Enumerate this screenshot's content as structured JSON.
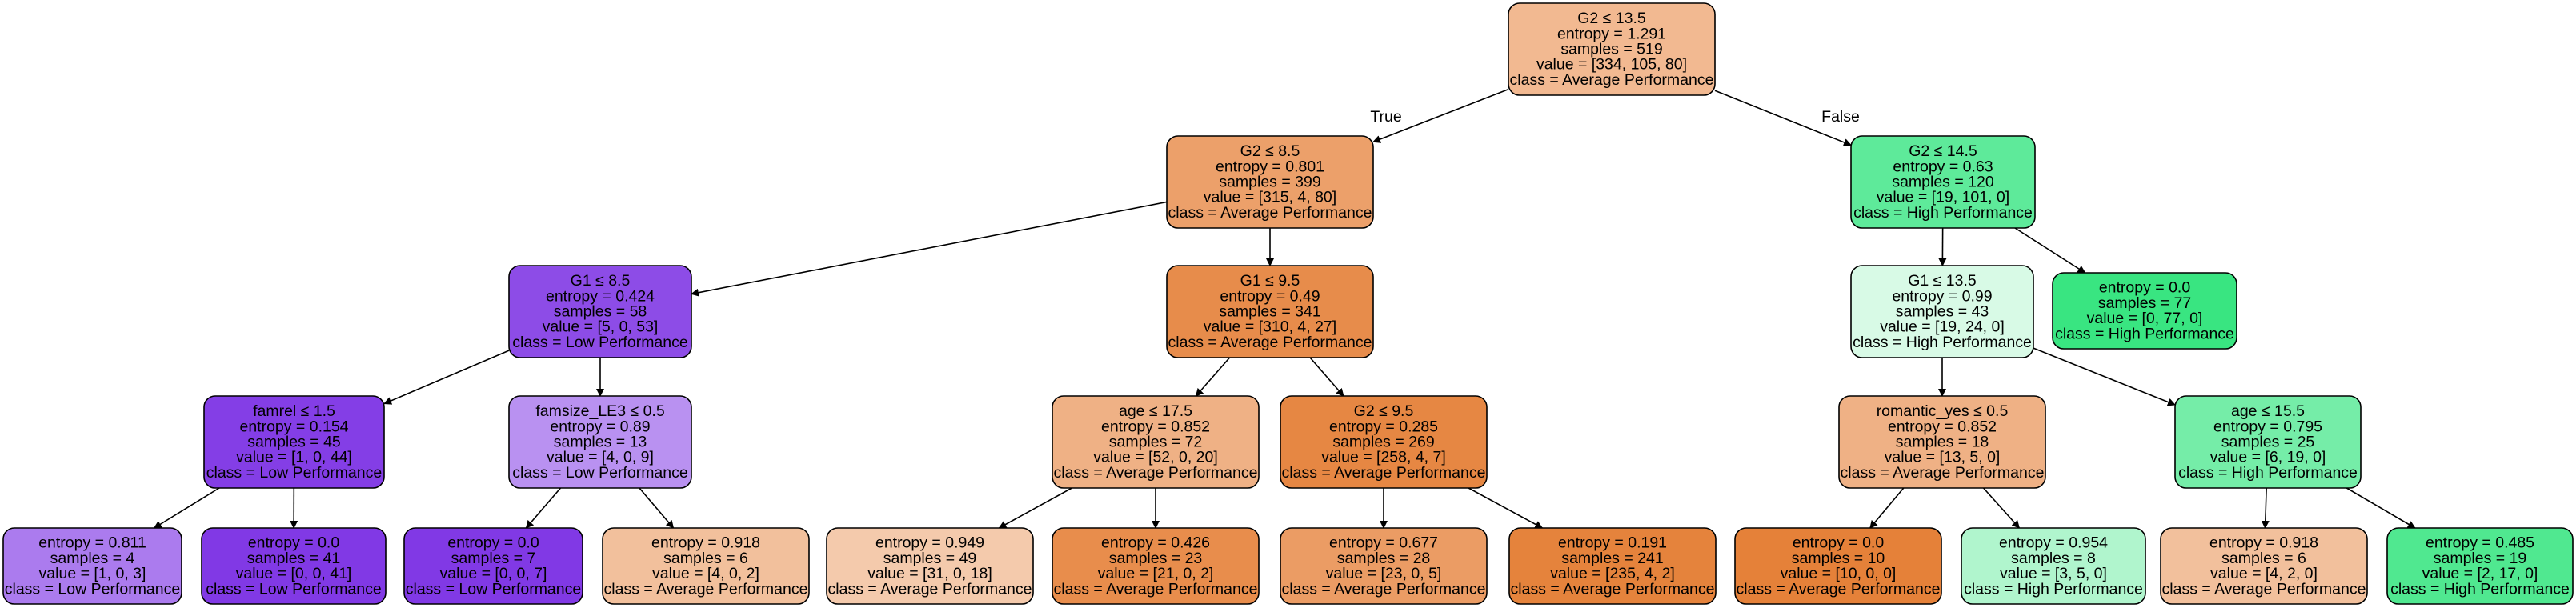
{
  "nodes": [
    {
      "id": "n0",
      "lines": [
        "G2 ≤ 13.5",
        "entropy = 1.291",
        "samples = 519",
        "value = [334, 105, 80]",
        "class = Average Performance"
      ],
      "fill": "#f2b991"
    },
    {
      "id": "n1",
      "lines": [
        "G2 ≤ 8.5",
        "entropy = 0.801",
        "samples = 399",
        "value = [315, 4, 80]",
        "class = Average Performance"
      ],
      "fill": "#eca06a"
    },
    {
      "id": "n2",
      "lines": [
        "G2 ≤ 14.5",
        "entropy = 0.63",
        "samples = 120",
        "value = [19, 101, 0]",
        "class = High Performance"
      ],
      "fill": "#5eea9a"
    },
    {
      "id": "n3",
      "lines": [
        "G1 ≤ 8.5",
        "entropy = 0.424",
        "samples = 58",
        "value = [5, 0, 53]",
        "class = Low Performance"
      ],
      "fill": "#8d4ce7"
    },
    {
      "id": "n4",
      "lines": [
        "G1 ≤ 9.5",
        "entropy = 0.49",
        "samples = 341",
        "value = [310, 4, 27]",
        "class = Average Performance"
      ],
      "fill": "#e78c4b"
    },
    {
      "id": "n5",
      "lines": [
        "G1 ≤ 13.5",
        "entropy = 0.99",
        "samples = 43",
        "value = [19, 24, 0]",
        "class = High Performance"
      ],
      "fill": "#d8fae6"
    },
    {
      "id": "n6",
      "lines": [
        "entropy = 0.0",
        "samples = 77",
        "value = [0, 77, 0]",
        "class = High Performance"
      ],
      "fill": "#39e581"
    },
    {
      "id": "n7",
      "lines": [
        "famrel ≤ 1.5",
        "entropy = 0.154",
        "samples = 45",
        "value = [1, 0, 44]",
        "class = Low Performance"
      ],
      "fill": "#843ee6"
    },
    {
      "id": "n8",
      "lines": [
        "famsize_LE3 ≤ 0.5",
        "entropy = 0.89",
        "samples = 13",
        "value = [4, 0, 9]",
        "class = Low Performance"
      ],
      "fill": "#b991f1"
    },
    {
      "id": "n9",
      "lines": [
        "age ≤ 17.5",
        "entropy = 0.852",
        "samples = 72",
        "value = [52, 0, 20]",
        "class = Average Performance"
      ],
      "fill": "#efb185"
    },
    {
      "id": "n10",
      "lines": [
        "G2 ≤ 9.5",
        "entropy = 0.285",
        "samples = 269",
        "value = [258, 4, 7]",
        "class = Average Performance"
      ],
      "fill": "#e68743"
    },
    {
      "id": "n11",
      "lines": [
        "romantic_yes ≤ 0.5",
        "entropy = 0.852",
        "samples = 18",
        "value = [13, 5, 0]",
        "class = Average Performance"
      ],
      "fill": "#efb185"
    },
    {
      "id": "n12",
      "lines": [
        "age ≤ 15.5",
        "entropy = 0.795",
        "samples = 25",
        "value = [6, 19, 0]",
        "class = High Performance"
      ],
      "fill": "#75eda8"
    },
    {
      "id": "n13",
      "lines": [
        "entropy = 0.811",
        "samples = 4",
        "value = [1, 0, 3]",
        "class = Low Performance"
      ],
      "fill": "#ab7bee"
    },
    {
      "id": "n14",
      "lines": [
        "entropy = 0.0",
        "samples = 41",
        "value = [0, 0, 41]",
        "class = Low Performance"
      ],
      "fill": "#8139e5"
    },
    {
      "id": "n15",
      "lines": [
        "entropy = 0.0",
        "samples = 7",
        "value = [0, 0, 7]",
        "class = Low Performance"
      ],
      "fill": "#8139e5"
    },
    {
      "id": "n16",
      "lines": [
        "entropy = 0.918",
        "samples = 6",
        "value = [4, 0, 2]",
        "class = Average Performance"
      ],
      "fill": "#f2c09c"
    },
    {
      "id": "n17",
      "lines": [
        "entropy = 0.949",
        "samples = 49",
        "value = [31, 0, 18]",
        "class = Average Performance"
      ],
      "fill": "#f4caac"
    },
    {
      "id": "n18",
      "lines": [
        "entropy = 0.426",
        "samples = 23",
        "value = [21, 0, 2]",
        "class = Average Performance"
      ],
      "fill": "#e88d4c"
    },
    {
      "id": "n19",
      "lines": [
        "entropy = 0.677",
        "samples = 28",
        "value = [23, 0, 5]",
        "class = Average Performance"
      ],
      "fill": "#eb9c64"
    },
    {
      "id": "n20",
      "lines": [
        "entropy = 0.191",
        "samples = 241",
        "value = [235, 4, 2]",
        "class = Average Performance"
      ],
      "fill": "#e5833c"
    },
    {
      "id": "n21",
      "lines": [
        "entropy = 0.0",
        "samples = 10",
        "value = [10, 0, 0]",
        "class = Average Performance"
      ],
      "fill": "#e58139"
    },
    {
      "id": "n22",
      "lines": [
        "entropy = 0.954",
        "samples = 8",
        "value = [3, 5, 0]",
        "class = High Performance"
      ],
      "fill": "#b0f5cd"
    },
    {
      "id": "n23",
      "lines": [
        "entropy = 0.918",
        "samples = 6",
        "value = [4, 2, 0]",
        "class = Average Performance"
      ],
      "fill": "#f2c09c"
    },
    {
      "id": "n24",
      "lines": [
        "entropy = 0.485",
        "samples = 19",
        "value = [2, 17, 0]",
        "class = High Performance"
      ],
      "fill": "#50e890"
    }
  ],
  "edges": [
    {
      "from": "n0",
      "to": "n1",
      "label": "True"
    },
    {
      "from": "n0",
      "to": "n2",
      "label": "False"
    },
    {
      "from": "n1",
      "to": "n3",
      "label": ""
    },
    {
      "from": "n1",
      "to": "n4",
      "label": ""
    },
    {
      "from": "n2",
      "to": "n5",
      "label": ""
    },
    {
      "from": "n2",
      "to": "n6",
      "label": ""
    },
    {
      "from": "n3",
      "to": "n7",
      "label": ""
    },
    {
      "from": "n3",
      "to": "n8",
      "label": ""
    },
    {
      "from": "n4",
      "to": "n9",
      "label": ""
    },
    {
      "from": "n4",
      "to": "n10",
      "label": ""
    },
    {
      "from": "n5",
      "to": "n11",
      "label": ""
    },
    {
      "from": "n5",
      "to": "n12",
      "label": ""
    },
    {
      "from": "n7",
      "to": "n13",
      "label": ""
    },
    {
      "from": "n7",
      "to": "n14",
      "label": ""
    },
    {
      "from": "n8",
      "to": "n15",
      "label": ""
    },
    {
      "from": "n8",
      "to": "n16",
      "label": ""
    },
    {
      "from": "n9",
      "to": "n17",
      "label": ""
    },
    {
      "from": "n9",
      "to": "n18",
      "label": ""
    },
    {
      "from": "n10",
      "to": "n19",
      "label": ""
    },
    {
      "from": "n10",
      "to": "n20",
      "label": ""
    },
    {
      "from": "n11",
      "to": "n21",
      "label": ""
    },
    {
      "from": "n11",
      "to": "n22",
      "label": ""
    },
    {
      "from": "n12",
      "to": "n23",
      "label": ""
    },
    {
      "from": "n12",
      "to": "n24",
      "label": ""
    }
  ]
}
